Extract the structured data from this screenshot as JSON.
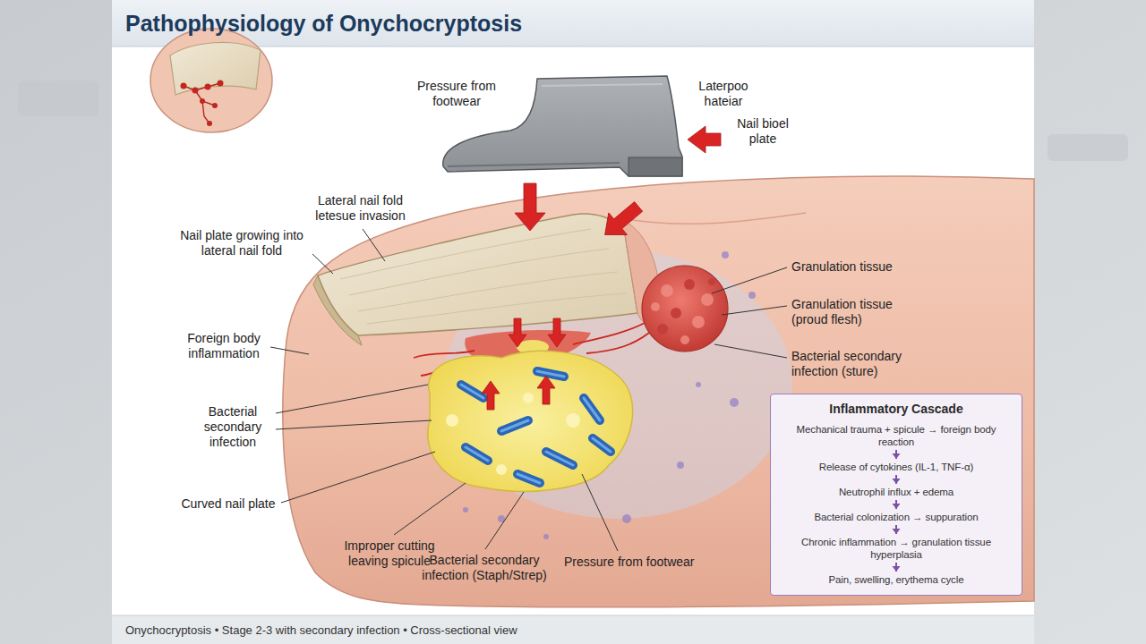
{
  "diagram": {
    "title": "Pathophysiology of Onychocryptosis",
    "caption": "Onychocryptosis • Stage 2-3 with secondary infection • Cross-sectional view",
    "nodes": [
      {
        "text": [
          "Inflammatory Cascade"
        ]
      },
      {
        "text": [
          "Mechanical trauma + spicule → foreign body reaction"
        ],
        "in": 0
      },
      {
        "text": [
          "Release of cytokines (IL-1, TNF-α)"
        ],
        "in": 0
      },
      {
        "text": [
          "Neutrophil influx + edema"
        ],
        "in": 0
      },
      {
        "text": [
          "Bacterial colonization → suppuration"
        ],
        "in": 0
      },
      {
        "text": [
          "Chronic inflammation → granulation tissue hyperplasia"
        ],
        "in": 0
      },
      {
        "text": [
          "Pain, swelling, erythema cycle"
        ],
        "in": 0
      }
    ],
    "edges": [
      {
        "from": 1,
        "to": 2,
        "arrow": "to"
      },
      {
        "from": 2,
        "to": 3,
        "arrow": "to"
      },
      {
        "from": 3,
        "to": 4,
        "arrow": "to"
      },
      {
        "from": 4,
        "to": 5,
        "arrow": "to"
      },
      {
        "from": 5,
        "to": 6,
        "arrow": "to"
      }
    ],
    "labels": [
      "Pressure from footwear",
      "Laterpoo hateiar",
      "Nail bioel plate",
      "Lateral nail fold letesue invasion",
      "Granulation tissue",
      "Nail plate growing into lateral nail fold",
      "Granulation tissue (proud flesh)",
      "Foreign body inflammation",
      "Bacterial secondary infection (sture)",
      "Bacterial secondary infection",
      "Curved nail plate",
      "Improper cutting leaving spicule",
      "Bacterial secondary infection (Staph/Strep)",
      "Pressure from footwear"
    ]
  }
}
